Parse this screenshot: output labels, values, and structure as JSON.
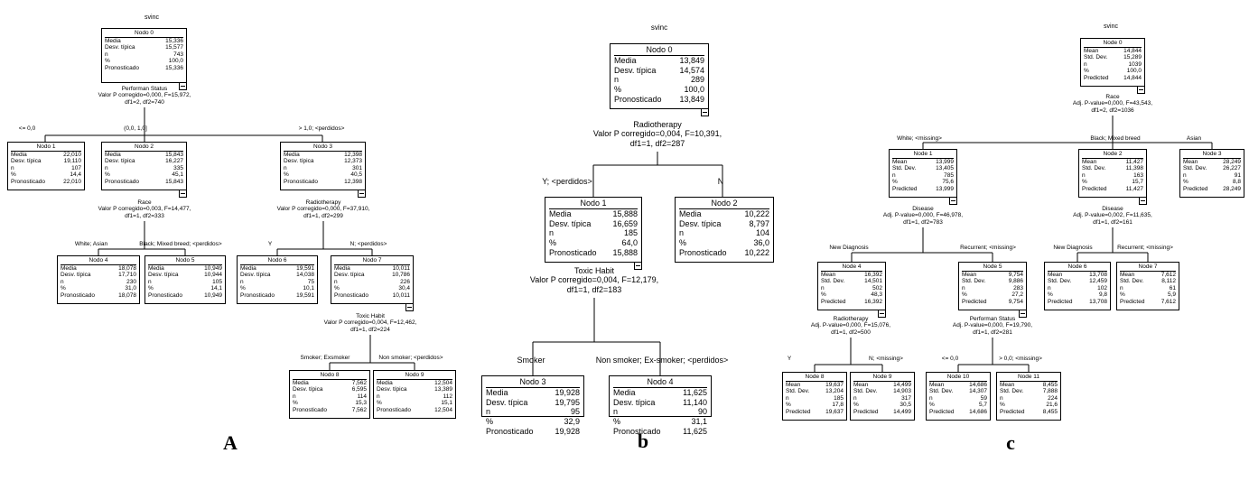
{
  "panels": [
    {
      "id": "A",
      "label": "A",
      "title": "svinc",
      "nodes": [
        {
          "name": "Nodo 0",
          "rows": [
            [
              "Media",
              "15,336"
            ],
            [
              "Desv. típica",
              "15,577"
            ],
            [
              "n",
              "743"
            ],
            [
              "%",
              "100,0"
            ],
            [
              "Pronosticado",
              "15,336"
            ]
          ]
        },
        {
          "name": "Nodo 1",
          "rows": [
            [
              "Media",
              "22,010"
            ],
            [
              "Desv. típica",
              "19,110"
            ],
            [
              "n",
              "107"
            ],
            [
              "%",
              "14,4"
            ],
            [
              "Pronosticado",
              "22,010"
            ]
          ]
        },
        {
          "name": "Nodo 2",
          "rows": [
            [
              "Media",
              "15,843"
            ],
            [
              "Desv. típica",
              "16,227"
            ],
            [
              "n",
              "335"
            ],
            [
              "%",
              "45,1"
            ],
            [
              "Pronosticado",
              "15,843"
            ]
          ]
        },
        {
          "name": "Nodo 3",
          "rows": [
            [
              "Media",
              "12,398"
            ],
            [
              "Desv. típica",
              "12,373"
            ],
            [
              "n",
              "301"
            ],
            [
              "%",
              "40,5"
            ],
            [
              "Pronosticado",
              "12,398"
            ]
          ]
        },
        {
          "name": "Nodo 4",
          "rows": [
            [
              "Media",
              "18,078"
            ],
            [
              "Desv. típica",
              "17,710"
            ],
            [
              "n",
              "230"
            ],
            [
              "%",
              "31,0"
            ],
            [
              "Pronosticado",
              "18,078"
            ]
          ]
        },
        {
          "name": "Nodo 5",
          "rows": [
            [
              "Media",
              "10,949"
            ],
            [
              "Desv. típica",
              "10,944"
            ],
            [
              "n",
              "105"
            ],
            [
              "%",
              "14,1"
            ],
            [
              "Pronosticado",
              "10,949"
            ]
          ]
        },
        {
          "name": "Nodo 6",
          "rows": [
            [
              "Media",
              "19,591"
            ],
            [
              "Desv. típica",
              "14,038"
            ],
            [
              "n",
              "75"
            ],
            [
              "%",
              "10,1"
            ],
            [
              "Pronosticado",
              "19,591"
            ]
          ]
        },
        {
          "name": "Nodo 7",
          "rows": [
            [
              "Media",
              "10,011"
            ],
            [
              "Desv. típica",
              "10,786"
            ],
            [
              "n",
              "226"
            ],
            [
              "%",
              "30,4"
            ],
            [
              "Pronosticado",
              "10,011"
            ]
          ]
        },
        {
          "name": "Nodo 8",
          "rows": [
            [
              "Media",
              "7,562"
            ],
            [
              "Desv. típica",
              "6,595"
            ],
            [
              "n",
              "114"
            ],
            [
              "%",
              "15,3"
            ],
            [
              "Pronosticado",
              "7,562"
            ]
          ]
        },
        {
          "name": "Nodo 9",
          "rows": [
            [
              "Media",
              "12,504"
            ],
            [
              "Desv. típica",
              "13,389"
            ],
            [
              "n",
              "112"
            ],
            [
              "%",
              "15,1"
            ],
            [
              "Pronosticado",
              "12,504"
            ]
          ]
        }
      ],
      "splits": [
        {
          "lines": [
            "Performan Status",
            "Valor P corregido=0,000, F=15,972,",
            "df1=2, df2=740"
          ]
        },
        {
          "lines": [
            "Race",
            "Valor P corregido=0,003, F=14,477,",
            "df1=1, df2=333"
          ]
        },
        {
          "lines": [
            "Radiotherapy",
            "Valor P corregido=0,000, F=37,910,",
            "df1=1, df2=299"
          ]
        },
        {
          "lines": [
            "Toxic Habit",
            "Valor P corregido=0,004, F=12,462,",
            "df1=1, df2=224"
          ]
        }
      ],
      "edges": [
        "<= 0,0",
        "(0,0, 1,0]",
        "> 1,0;  <perdidos>",
        "White; Asian",
        "Black; Mixed breed;  <perdidos>",
        "Y",
        "N;  <perdidos>",
        "Smoker; Exsmoker",
        "Non smoker;  <perdidos>"
      ]
    },
    {
      "id": "b",
      "label": "b",
      "title": "svinc",
      "nodes": [
        {
          "name": "Nodo 0",
          "rows": [
            [
              "Media",
              "13,849"
            ],
            [
              "Desv. típica",
              "14,574"
            ],
            [
              "n",
              "289"
            ],
            [
              "%",
              "100,0"
            ],
            [
              "Pronosticado",
              "13,849"
            ]
          ]
        },
        {
          "name": "Nodo 1",
          "rows": [
            [
              "Media",
              "15,888"
            ],
            [
              "Desv. típica",
              "16,659"
            ],
            [
              "n",
              "185"
            ],
            [
              "%",
              "64,0"
            ],
            [
              "Pronosticado",
              "15,888"
            ]
          ]
        },
        {
          "name": "Nodo 2",
          "rows": [
            [
              "Media",
              "10,222"
            ],
            [
              "Desv. típica",
              "8,797"
            ],
            [
              "n",
              "104"
            ],
            [
              "%",
              "36,0"
            ],
            [
              "Pronosticado",
              "10,222"
            ]
          ]
        },
        {
          "name": "Nodo 3",
          "rows": [
            [
              "Media",
              "19,928"
            ],
            [
              "Desv. típica",
              "19,795"
            ],
            [
              "n",
              "95"
            ],
            [
              "%",
              "32,9"
            ],
            [
              "Pronosticado",
              "19,928"
            ]
          ]
        },
        {
          "name": "Nodo 4",
          "rows": [
            [
              "Media",
              "11,625"
            ],
            [
              "Desv. típica",
              "11,140"
            ],
            [
              "n",
              "90"
            ],
            [
              "%",
              "31,1"
            ],
            [
              "Pronosticado",
              "11,625"
            ]
          ]
        }
      ],
      "splits": [
        {
          "lines": [
            "Radiotherapy",
            "Valor P corregido=0,004, F=10,391,",
            "df1=1, df2=287"
          ]
        },
        {
          "lines": [
            "Toxic Habit",
            "Valor P corregido=0,004, F=12,179,",
            "df1=1, df2=183"
          ]
        }
      ],
      "edges": [
        "Y;  <perdidos>",
        "N",
        "Smoker",
        "Non smoker; Ex-smoker;  <perdidos>"
      ]
    },
    {
      "id": "c",
      "label": "c",
      "title": "svinc",
      "nodes": [
        {
          "name": "Node 0",
          "rows": [
            [
              "Mean",
              "14,844"
            ],
            [
              "Std. Dev.",
              "15,289"
            ],
            [
              "n",
              "1039"
            ],
            [
              "%",
              "100,0"
            ],
            [
              "Predicted",
              "14,844"
            ]
          ]
        },
        {
          "name": "Node 1",
          "rows": [
            [
              "Mean",
              "13,999"
            ],
            [
              "Std. Dev.",
              "13,405"
            ],
            [
              "n",
              "785"
            ],
            [
              "%",
              "75,6"
            ],
            [
              "Predicted",
              "13,999"
            ]
          ]
        },
        {
          "name": "Node 2",
          "rows": [
            [
              "Mean",
              "11,427"
            ],
            [
              "Std. Dev.",
              "11,398"
            ],
            [
              "n",
              "163"
            ],
            [
              "%",
              "15,7"
            ],
            [
              "Predicted",
              "11,427"
            ]
          ]
        },
        {
          "name": "Node 3",
          "rows": [
            [
              "Mean",
              "28,249"
            ],
            [
              "Std. Dev.",
              "26,227"
            ],
            [
              "n",
              "91"
            ],
            [
              "%",
              "8,8"
            ],
            [
              "Predicted",
              "28,249"
            ]
          ]
        },
        {
          "name": "Node 4",
          "rows": [
            [
              "Mean",
              "16,392"
            ],
            [
              "Std. Dev.",
              "14,501"
            ],
            [
              "n",
              "502"
            ],
            [
              "%",
              "48,3"
            ],
            [
              "Predicted",
              "16,392"
            ]
          ]
        },
        {
          "name": "Node 5",
          "rows": [
            [
              "Mean",
              "9,754"
            ],
            [
              "Std. Dev.",
              "9,886"
            ],
            [
              "n",
              "283"
            ],
            [
              "%",
              "27,2"
            ],
            [
              "Predicted",
              "9,754"
            ]
          ]
        },
        {
          "name": "Node 6",
          "rows": [
            [
              "Mean",
              "13,708"
            ],
            [
              "Std. Dev.",
              "12,459"
            ],
            [
              "n",
              "102"
            ],
            [
              "%",
              "9,8"
            ],
            [
              "Predicted",
              "13,708"
            ]
          ]
        },
        {
          "name": "Node 7",
          "rows": [
            [
              "Mean",
              "7,612"
            ],
            [
              "Std. Dev.",
              "8,112"
            ],
            [
              "n",
              "61"
            ],
            [
              "%",
              "5,9"
            ],
            [
              "Predicted",
              "7,612"
            ]
          ]
        },
        {
          "name": "Node 8",
          "rows": [
            [
              "Mean",
              "19,637"
            ],
            [
              "Std. Dev.",
              "13,204"
            ],
            [
              "n",
              "185"
            ],
            [
              "%",
              "17,8"
            ],
            [
              "Predicted",
              "19,637"
            ]
          ]
        },
        {
          "name": "Node 9",
          "rows": [
            [
              "Mean",
              "14,499"
            ],
            [
              "Std. Dev.",
              "14,903"
            ],
            [
              "n",
              "317"
            ],
            [
              "%",
              "30,5"
            ],
            [
              "Predicted",
              "14,499"
            ]
          ]
        },
        {
          "name": "Node 10",
          "rows": [
            [
              "Mean",
              "14,686"
            ],
            [
              "Std. Dev.",
              "14,307"
            ],
            [
              "n",
              "59"
            ],
            [
              "%",
              "5,7"
            ],
            [
              "Predicted",
              "14,686"
            ]
          ]
        },
        {
          "name": "Node 11",
          "rows": [
            [
              "Mean",
              "8,455"
            ],
            [
              "Std. Dev.",
              "7,888"
            ],
            [
              "n",
              "224"
            ],
            [
              "%",
              "21,6"
            ],
            [
              "Predicted",
              "8,455"
            ]
          ]
        }
      ],
      "splits": [
        {
          "lines": [
            "Race",
            "Adj. P-value=0,000, F=43,543,",
            "df1=2, df2=1036"
          ]
        },
        {
          "lines": [
            "Disease",
            "Adj. P-value=0,000, F=46,978,",
            "df1=1, df2=783"
          ]
        },
        {
          "lines": [
            "Disease",
            "Adj. P-value=0,002, F=11,635,",
            "df1=1, df2=161"
          ]
        },
        {
          "lines": [
            "Radiotherapy",
            "Adj. P-value=0,000, F=15,076,",
            "df1=1, df2=500"
          ]
        },
        {
          "lines": [
            "Performan Status",
            "Adj. P-value=0,000, F=19,790,",
            "df1=1, df2=281"
          ]
        }
      ],
      "edges": [
        "White;  <missing>",
        "Black; Mixed breed",
        "Asian",
        "New Diagnosis",
        "Recurrent;  <missing>",
        "New Diagnosis",
        "Recurrent;  <missing>",
        "Y",
        "N;  <missing>",
        "<= 0,0",
        "> 0,0;  <missing>"
      ]
    }
  ]
}
